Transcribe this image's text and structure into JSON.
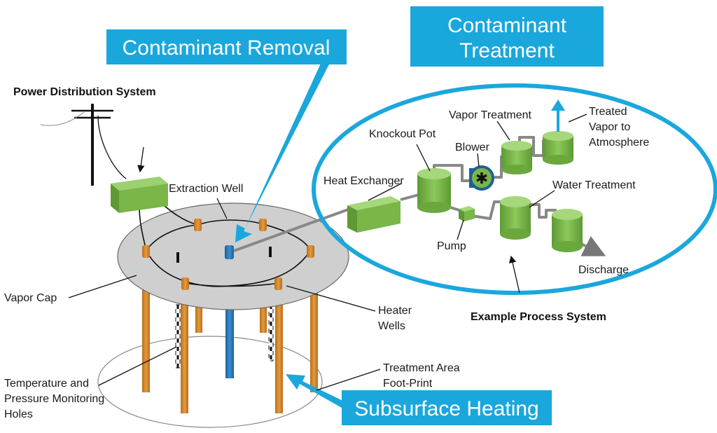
{
  "banners": {
    "removal": "Contaminant Removal",
    "treatment_line1": "Contaminant",
    "treatment_line2": "Treatment",
    "heating": "Subsurface Heating"
  },
  "labels": {
    "power": "Power Distribution System",
    "extraction_well": "Extraction Well",
    "vapor_cap": "Vapor Cap",
    "heater_wells_line1": "Heater",
    "heater_wells_line2": "Wells",
    "temp_line1": "Temperature and",
    "temp_line2": "Pressure Monitoring",
    "temp_line3": "Holes",
    "footprint_line1": "Treatment Area",
    "footprint_line2": "Foot-Print",
    "heat_exchanger": "Heat Exchanger",
    "knockout_pot": "Knockout Pot",
    "blower": "Blower",
    "vapor_treatment": "Vapor Treatment",
    "treated_line1": "Treated",
    "treated_line2": "Vapor to",
    "treated_line3": "Atmosphere",
    "water_treatment": "Water Treatment",
    "pump": "Pump",
    "discharge": "Discharge",
    "process_system": "Example Process System"
  },
  "colors": {
    "accent_blue": "#1aa7dc",
    "equipment_green": "#7ab648",
    "heater_orange": "#d98a2b",
    "extraction_blue": "#2e7dbf",
    "cap_gray": "#cfcfcf"
  }
}
